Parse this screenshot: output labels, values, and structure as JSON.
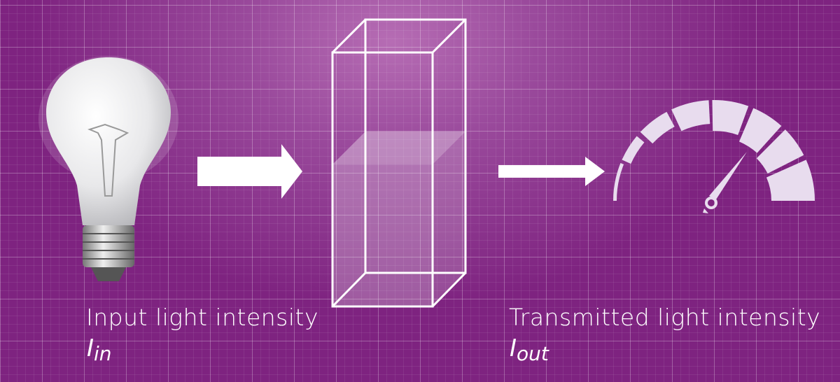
{
  "labels": {
    "input": "Input light intensity",
    "input_symbol": "I",
    "input_subscript": "in",
    "output": "Transmitted light intensity",
    "output_symbol": "I",
    "output_subscript": "out"
  },
  "colors": {
    "background": "#7e2380",
    "foreground": "#ffffff",
    "gauge": "#e8dcee"
  }
}
